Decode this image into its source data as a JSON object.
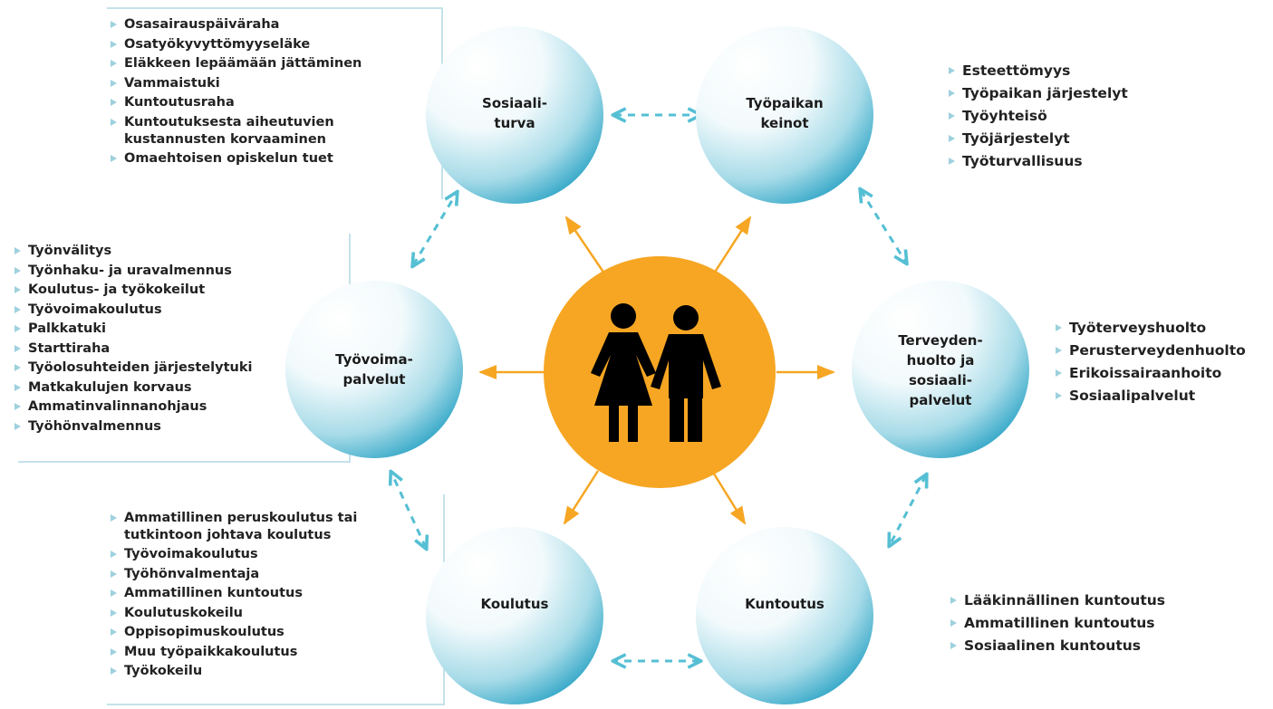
{
  "colors": {
    "accent": "#f6a623",
    "bubble": "#2fa8c8",
    "bullet": "#9ed1de"
  },
  "center": {
    "icon": "people-icon"
  },
  "nodes": {
    "sosiaaliturva": {
      "label": "Sosiaali-\nturva",
      "items": [
        "Osasairauspäiväraha",
        "Osatyökyvyttömyyseläke",
        "Eläkkeen lepäämään jättäminen",
        "Vammaistuki",
        "Kuntoutusraha",
        "Kuntoutuksesta aiheutuvien kustannusten korvaaminen",
        "Omaehtoisen opiskelun tuet"
      ]
    },
    "tyopaikan_keinot": {
      "label": "Työpaikan\nkeinot",
      "items": [
        "Esteettömyys",
        "Työpaikan järjestelyt",
        "Työyhteisö",
        "Työjärjestelyt",
        "Työturvallisuus"
      ]
    },
    "terveydenhuolto": {
      "label": "Terveyden-\nhuolto ja\nsosiaali-\npalvelut",
      "items": [
        "Työterveyshuolto",
        "Perusterveydenhuolto",
        "Erikoissairaanhoito",
        "Sosiaalipalvelut"
      ]
    },
    "kuntoutus": {
      "label": "Kuntoutus",
      "items": [
        "Lääkinnällinen kuntoutus",
        "Ammatillinen kuntoutus",
        "Sosiaalinen kuntoutus"
      ]
    },
    "koulutus": {
      "label": "Koulutus",
      "items": [
        "Ammatillinen peruskoulutus tai tutkintoon johtava koulutus",
        "Työvoimakoulutus",
        "Työhönvalmentaja",
        "Ammatillinen kuntoutus",
        "Koulutuskokeilu",
        "Oppisopimuskoulutus",
        "Muu työpaikkakoulutus",
        "Työkokeilu"
      ]
    },
    "tyovoimapalvelut": {
      "label": "Työvoima-\npalvelut",
      "items": [
        "Työnvälitys",
        "Työnhaku- ja uravalmennus",
        "Koulutus- ja työkokeilut",
        "Työvoimakoulutus",
        "Palkkatuki",
        "Starttiraha",
        "Työolosuhteiden järjestelytuki",
        "Matkakulujen korvaus",
        "Ammatinvalinnanohjaus",
        "Työhönvalmennus"
      ]
    }
  }
}
